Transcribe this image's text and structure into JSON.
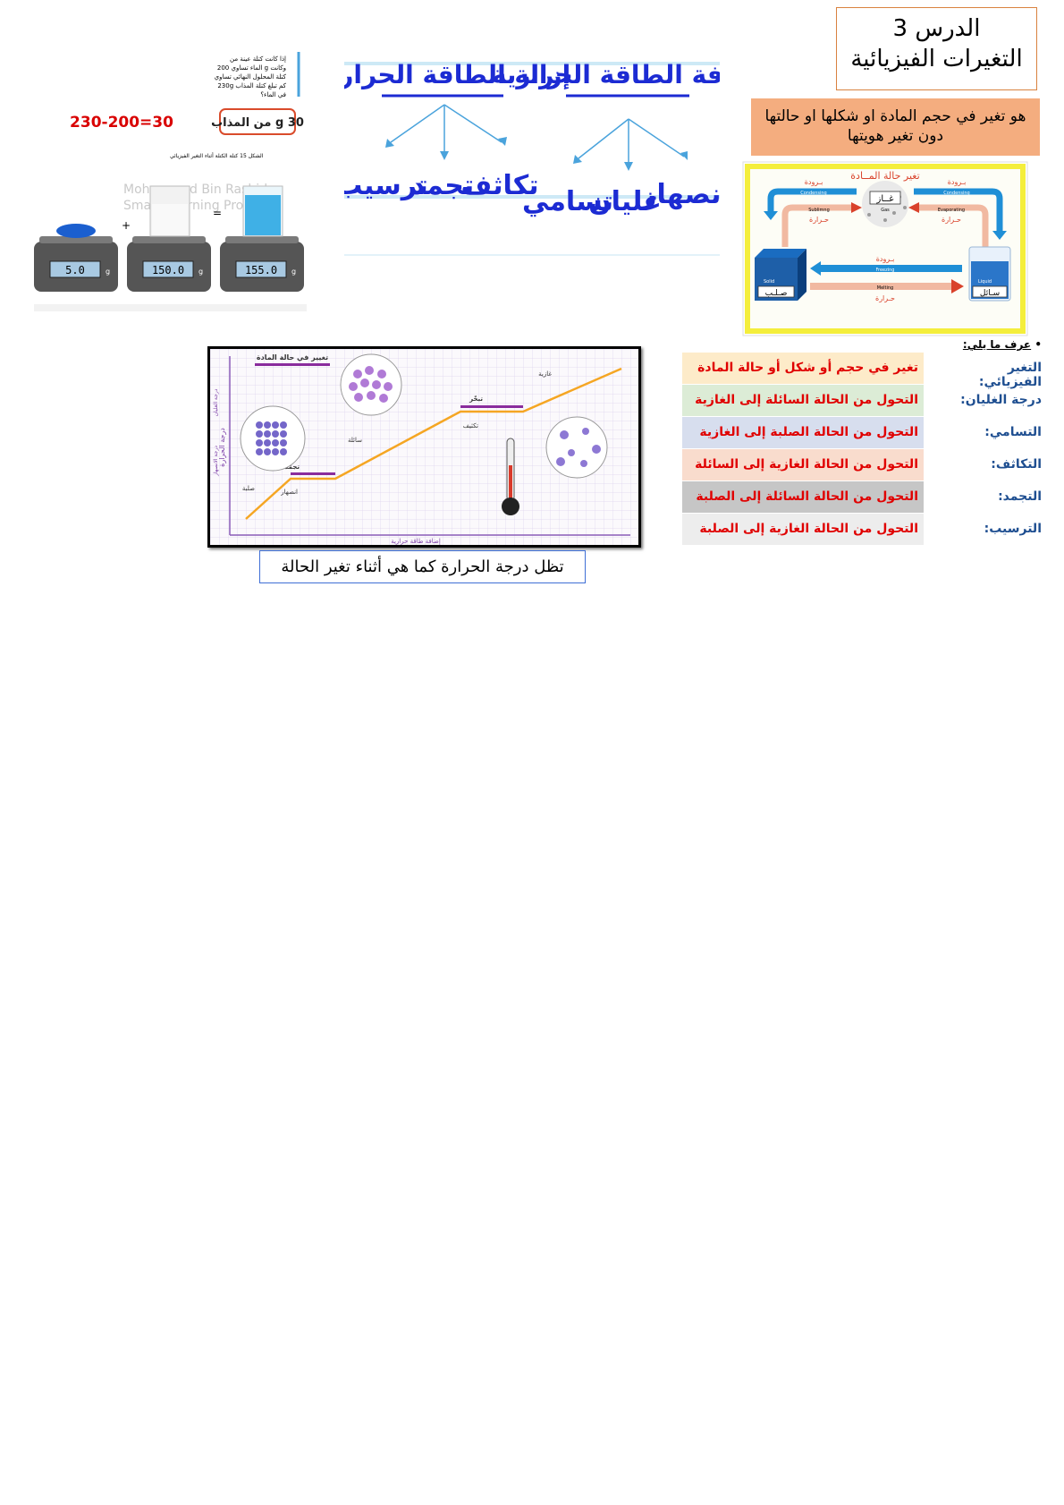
{
  "lesson": {
    "line1": "الدرس 3",
    "line2": "التغيرات الفيزيائية"
  },
  "definition": {
    "line1": "هو تغير في حجم المادة او شكلها او حالتها",
    "line2": "دون تغير هويتها"
  },
  "cycle": {
    "title": "تغير حالة المــادة",
    "gas_ar": "غــاز",
    "gas_en": "Gas",
    "solid_ar": "صـلـب",
    "solid_en": "Solid",
    "liquid_ar": "سـائل",
    "liquid_en": "Liquid",
    "cold": "بـرودة",
    "heat": "حـرارة",
    "condensing": "Condensing",
    "evaporating": "Evaporating",
    "sublimating": "Sublimng",
    "freezing": "Freezing",
    "melting": "Melting",
    "colors": {
      "frame": "#f4ee3c",
      "blue": "#1f8fd6",
      "red": "#d9422b"
    }
  },
  "energy": {
    "add": "إضافة الطاقة الحرارية",
    "remove": "إزالة الطاقة الحرارية",
    "add_items": [
      "انصهار",
      "غليان",
      "تسامي"
    ],
    "remove_items": [
      "تكاثف",
      "تجمد",
      "ترسيب"
    ],
    "colors": {
      "text": "#1c2bd3",
      "line": "#7fd8f2",
      "arrow": "#4aa3dc"
    }
  },
  "solution": {
    "question": [
      "إذا كانت كتلة عينة من",
      "الماء تساوي 200 g وكانت",
      "كتلة المحلول النهائي تساوي",
      "230g كم تبلغ كتلة المذاب",
      "في الماء؟"
    ],
    "answer": "30 g من المذاب",
    "equation": "230-200=30",
    "caption": "الشكل 15 كتلة الكتلة أثناء التغير الفيزيائي",
    "watermark1": "Mohammed Bin Rashid",
    "watermark2": "Smart Learning Program",
    "readings": [
      "5.0",
      "150.0",
      "155.0"
    ],
    "unit": "g",
    "plus": "+",
    "equals": "="
  },
  "defs": {
    "bullet": "•",
    "heading": "عرف ما يلي:",
    "rows": [
      {
        "term": "التغير الفيزيائي:",
        "value": "تغير في حجم أو شكل أو حالة المادة",
        "bg": "#fdebc9"
      },
      {
        "term": "درجة الغليان:",
        "value": "التحول من الحالة السائلة إلى الغازية",
        "bg": "#dcecd6"
      },
      {
        "term": "التسامي:",
        "value": "التحول من الحالة الصلبة إلى الغازية",
        "bg": "#d7deee"
      },
      {
        "term": "التكاثف:",
        "value": "التحول من الحالة الغازية إلى السائلة",
        "bg": "#f9dccd"
      },
      {
        "term": "التجمد:",
        "value": "التحول من الحالة السائلة إلى الصلبة",
        "bg": "#c6c6c6"
      },
      {
        "term": "الترسيب:",
        "value": "التحول من الحالة الغازية إلى الصلبة",
        "bg": "#ededed"
      }
    ]
  },
  "phase": {
    "title": "تغيير في حالة المادة",
    "y_axis": "درجة الحرارة",
    "boiling": "درجة الغليان",
    "melting_pt": "درجة الانصهار",
    "x_axis": "إضافة طاقة حرارية",
    "solid": "صلبة",
    "freeze": "تجمّد",
    "melt": "انصهار",
    "liquid": "سائلة",
    "boil": "تبخّر",
    "condense": "تكثيف",
    "gas": "غازية"
  },
  "caption": "تظل درجة الحرارة كما هي أثناء تغير الحالة"
}
